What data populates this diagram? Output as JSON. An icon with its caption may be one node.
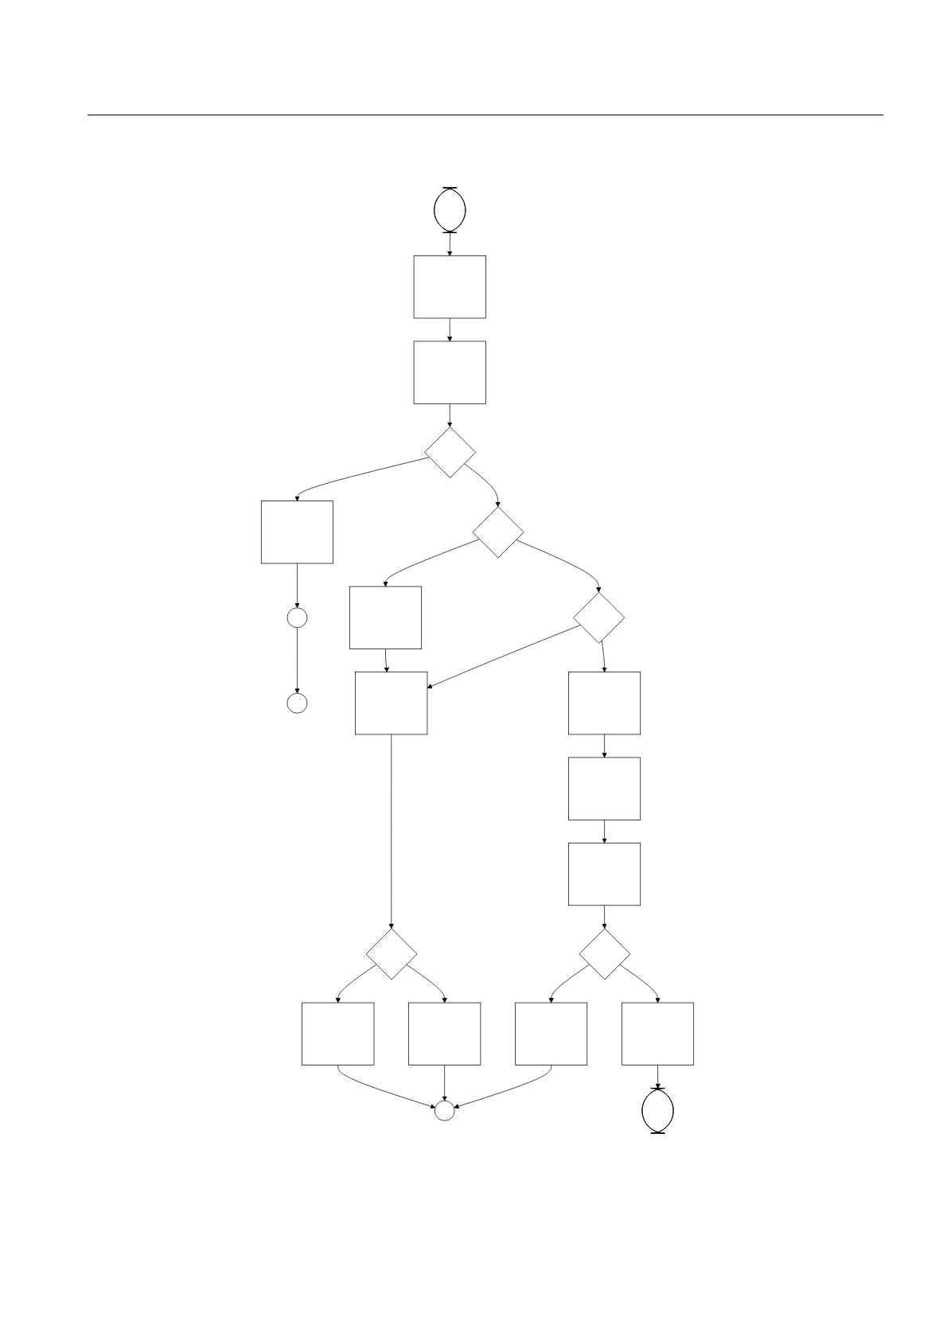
{
  "diagram": {
    "nodes": [
      {
        "text": [],
        "shape": "stadium"
      },
      {
        "text": [],
        "shape": "box"
      },
      {
        "text": [],
        "shape": "box"
      },
      {
        "text": [],
        "shape": "diamond"
      },
      {
        "text": [],
        "shape": "box"
      },
      {
        "text": [],
        "shape": "circle"
      },
      {
        "text": [],
        "shape": "ellipse"
      },
      {
        "text": [],
        "shape": "diamond"
      },
      {
        "text": [],
        "shape": "box"
      },
      {
        "text": [],
        "shape": "diamond"
      },
      {
        "text": [],
        "shape": "box"
      },
      {
        "text": [],
        "shape": "box"
      },
      {
        "text": [],
        "shape": "diamond"
      },
      {
        "text": [],
        "shape": "box"
      },
      {
        "text": [],
        "shape": "box"
      },
      {
        "text": [],
        "shape": "box"
      },
      {
        "text": [],
        "shape": "box"
      },
      {
        "text": [],
        "shape": "diamond"
      },
      {
        "text": [],
        "shape": "box"
      },
      {
        "text": [],
        "shape": "circle"
      },
      {
        "text": [],
        "shape": "box"
      },
      {
        "text": [],
        "shape": "stadium"
      }
    ],
    "edges": [
      {
        "from": 0,
        "to": 1,
        "arrow": "to"
      },
      {
        "from": 1,
        "to": 2,
        "arrow": "to"
      },
      {
        "from": 2,
        "to": 3,
        "arrow": "to"
      },
      {
        "from": 3,
        "to": 4,
        "arrow": "to"
      },
      {
        "from": 4,
        "to": 5,
        "arrow": "to"
      },
      {
        "from": 5,
        "to": 6,
        "arrow": "to"
      },
      {
        "from": 3,
        "to": 7,
        "arrow": "to"
      },
      {
        "from": 7,
        "to": 8,
        "arrow": "to"
      },
      {
        "from": 8,
        "to": 10,
        "arrow": "to"
      },
      {
        "from": 7,
        "to": 9,
        "arrow": "to"
      },
      {
        "from": 9,
        "to": 10,
        "arrow": "to"
      },
      {
        "from": 9,
        "to": 11,
        "arrow": "to"
      },
      {
        "from": 10,
        "to": 12,
        "arrow": "to"
      },
      {
        "from": 11,
        "to": 13,
        "arrow": "to"
      },
      {
        "from": 12,
        "to": 14,
        "arrow": "to"
      },
      {
        "from": 12,
        "to": 15,
        "arrow": "to"
      },
      {
        "from": 13,
        "to": 16,
        "arrow": "to"
      },
      {
        "from": 14,
        "to": 19,
        "arrow": "to"
      },
      {
        "from": 15,
        "to": 19,
        "arrow": "to"
      },
      {
        "from": 16,
        "to": 17,
        "arrow": "to"
      },
      {
        "from": 17,
        "to": 18,
        "arrow": "to"
      },
      {
        "from": 17,
        "to": 20,
        "arrow": "to"
      },
      {
        "from": 18,
        "to": 21,
        "arrow": "to"
      },
      {
        "from": 20,
        "to": 19,
        "arrow": "to"
      }
    ]
  }
}
